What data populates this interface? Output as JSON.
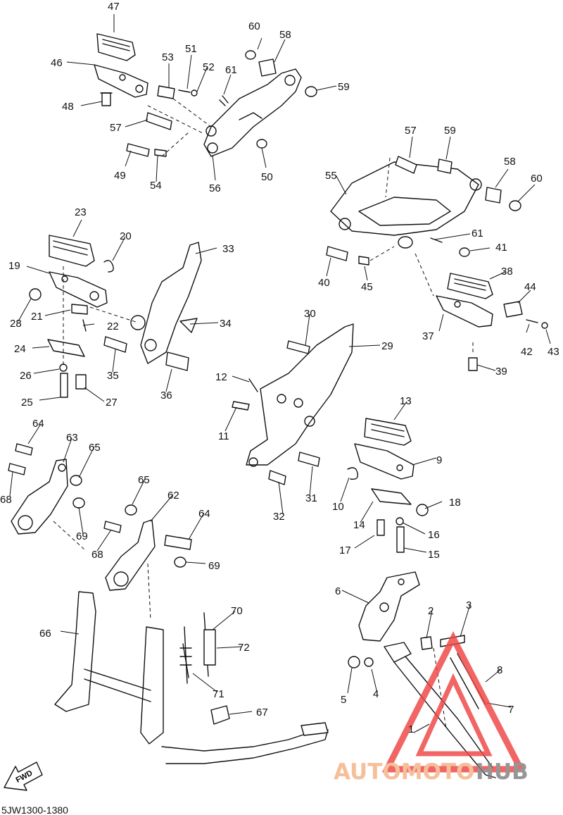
{
  "diagram_code": "5JW1300-1380",
  "fwd_label": "FWD",
  "watermark": {
    "text_left": "AUTOMOTO",
    "text_right": "HUB",
    "color_left": "#f4b183",
    "color_right": "#7f7f7f",
    "triangle_color": "#ef4444"
  },
  "callouts": [
    "47",
    "46",
    "48",
    "53",
    "51",
    "52",
    "61",
    "60",
    "58",
    "59",
    "57",
    "49",
    "54",
    "56",
    "50",
    "57",
    "59",
    "58",
    "60",
    "55",
    "61",
    "41",
    "40",
    "45",
    "38",
    "44",
    "37",
    "42",
    "43",
    "39",
    "23",
    "20",
    "19",
    "33",
    "21",
    "22",
    "34",
    "28",
    "24",
    "35",
    "26",
    "36",
    "25",
    "27",
    "30",
    "29",
    "12",
    "11",
    "13",
    "9",
    "31",
    "10",
    "32",
    "14",
    "18",
    "16",
    "17",
    "15",
    "64",
    "63",
    "65",
    "68",
    "69",
    "65",
    "62",
    "64",
    "68",
    "69",
    "6",
    "2",
    "3",
    "66",
    "70",
    "72",
    "71",
    "5",
    "4",
    "8",
    "7",
    "67",
    "1"
  ],
  "icons": [
    "fwd-arrow-icon"
  ]
}
